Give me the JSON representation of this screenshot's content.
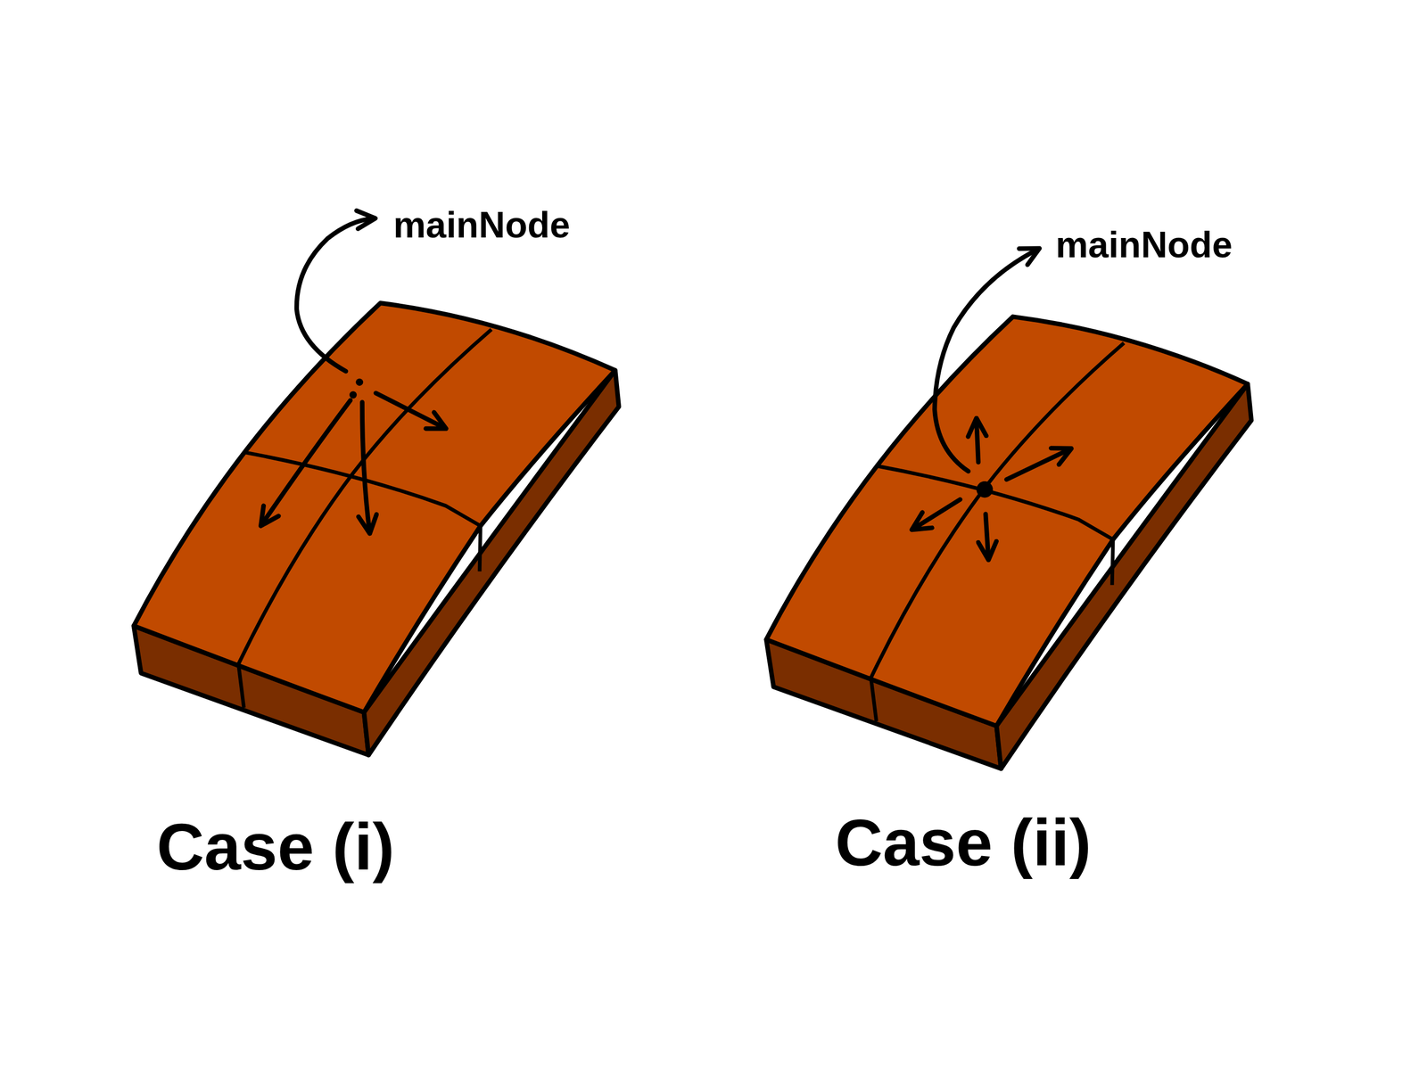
{
  "diagram": {
    "labels": [
      "mainNode",
      "Case (i)",
      "mainNode",
      "Case (ii)"
    ]
  }
}
